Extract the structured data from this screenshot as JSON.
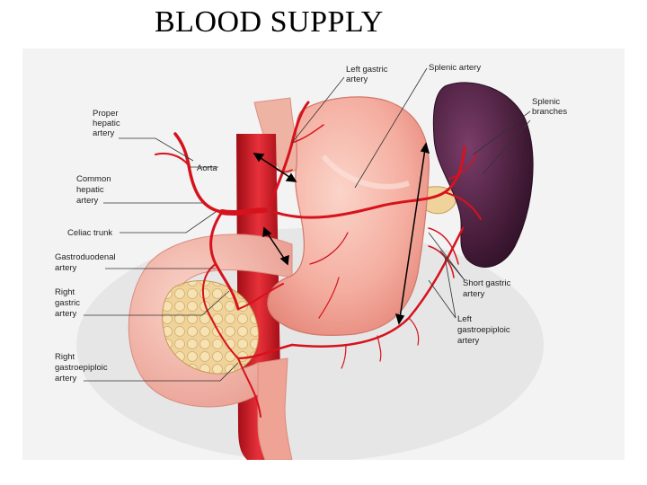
{
  "slide": {
    "title": "BLOOD SUPPLY"
  },
  "figure": {
    "labels": {
      "left_gastric": [
        "Left gastric",
        "artery"
      ],
      "splenic_artery": [
        "Splenic artery"
      ],
      "splenic_branches": [
        "Splenic",
        "branches"
      ],
      "proper_hepatic": [
        "Proper",
        "hepatic",
        "artery"
      ],
      "aorta": [
        "Aorta"
      ],
      "common_hepatic": [
        "Common",
        "hepatic",
        "artery"
      ],
      "celiac_trunk": [
        "Celiac trunk"
      ],
      "gastroduodenal": [
        "Gastroduodenal",
        "artery"
      ],
      "right_gastric": [
        "Right",
        "gastric",
        "artery"
      ],
      "right_gastroepiploic": [
        "Right",
        "gastroepiploic",
        "artery"
      ],
      "short_gastric": [
        "Short gastric",
        "artery"
      ],
      "left_gastroepiploic": [
        "Left",
        "gastroepiploic",
        "artery"
      ]
    },
    "colors": {
      "stomach": "#f3aea0",
      "spleen": "#4a1f3d",
      "artery": "#d6121c",
      "pancreas": "#f0d39a",
      "duodenum": "#f5b8a8"
    }
  }
}
